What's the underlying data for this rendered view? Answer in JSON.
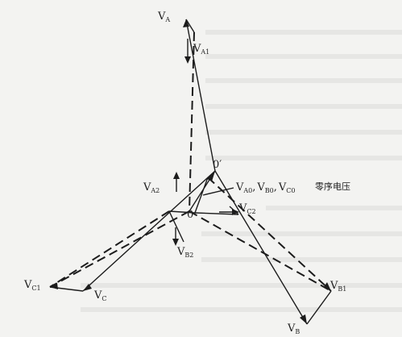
{
  "diagram": {
    "labels": {
      "va": "V",
      "va_sub": "A",
      "va1": "V",
      "va1_sub": "A1",
      "va2": "V",
      "va2_sub": "A2",
      "vb": "V",
      "vb_sub": "B",
      "vb1": "V",
      "vb1_sub": "B1",
      "vb2": "V",
      "vb2_sub": "B2",
      "vc": "V",
      "vc_sub": "C",
      "vc1": "V",
      "vc1_sub": "C1",
      "vc2": "V",
      "vc2_sub": "C2",
      "origin": "0",
      "origin_prime": "0′",
      "zero_seq_v1": "V",
      "zero_seq_s1": "A0",
      "zero_seq_v2": "V",
      "zero_seq_s2": "B0",
      "zero_seq_v3": "V",
      "zero_seq_s3": "C0",
      "zero_seq_comma1": ",",
      "zero_seq_comma2": ",",
      "zero_seq_text": "零序电压"
    }
  }
}
